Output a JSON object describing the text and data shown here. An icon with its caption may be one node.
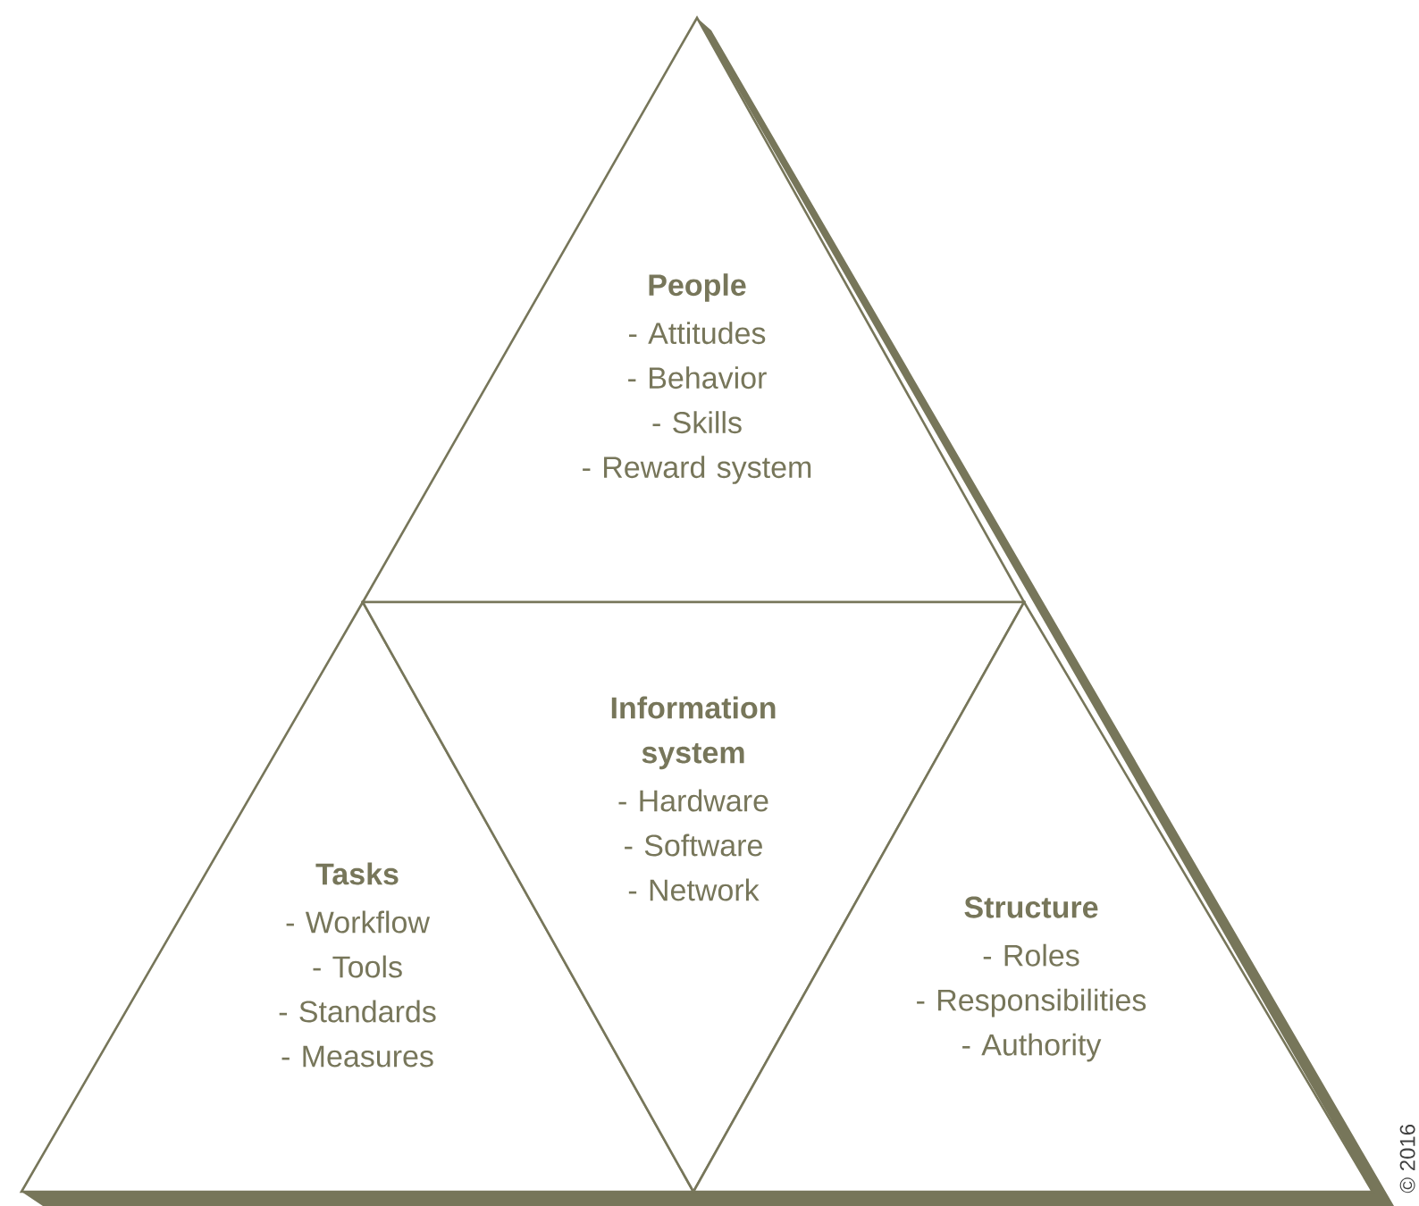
{
  "diagram": {
    "nodes": [
      {
        "text": [
          "People",
          "- Attitudes",
          "- Behavior",
          "- Skills",
          "- Reward system"
        ]
      },
      {
        "text": [
          "Tasks",
          "- Workflow",
          "- Tools",
          "- Standards",
          "- Measures"
        ]
      },
      {
        "text": [
          "Information system",
          "- Hardware",
          "- Software",
          "- Network"
        ]
      },
      {
        "text": [
          "Structure",
          "- Roles",
          "- Responsibilities",
          "- Authority"
        ]
      }
    ],
    "labels": [
      "© 2016"
    ]
  }
}
